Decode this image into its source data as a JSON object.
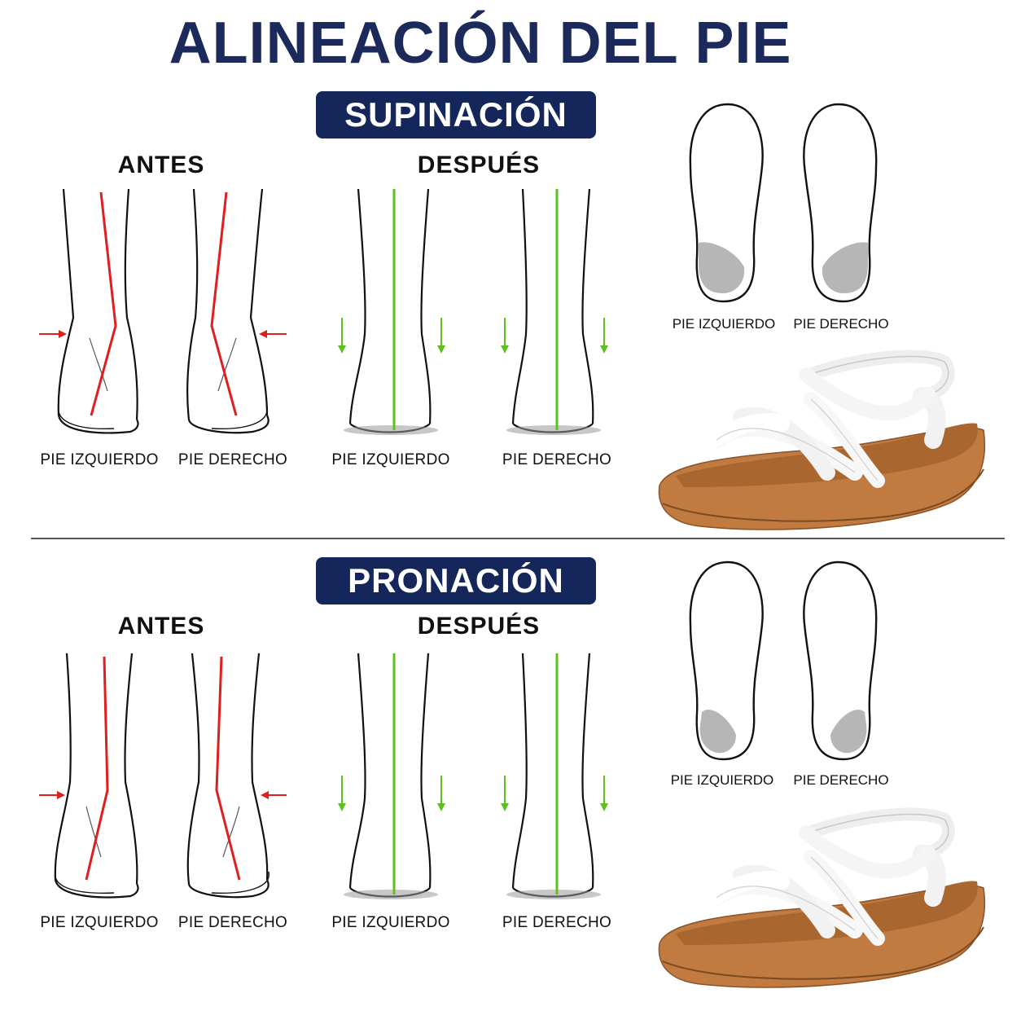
{
  "title": "ALINEACIÓN DEL PIE",
  "colors": {
    "navy": "#14265a",
    "red_axis": "#e01e1e",
    "green_axis": "#5cc11d",
    "sole_tan": "#c17a40",
    "heel_gray": "#b6b6b6"
  },
  "sections": [
    {
      "name": "SUPINACIÓN",
      "before_label": "ANTES",
      "after_label": "DESPUÉS",
      "feet_labels": [
        "PIE IZQUIERDO",
        "PIE DERECHO",
        "PIE IZQUIERDO",
        "PIE DERECHO"
      ],
      "sole_labels": [
        "PIE IZQUIERDO",
        "PIE DERECHO"
      ]
    },
    {
      "name": "PRONACIÓN",
      "before_label": "ANTES",
      "after_label": "DESPUÉS",
      "feet_labels": [
        "PIE IZQUIERDO",
        "PIE DERECHO",
        "PIE IZQUIERDO",
        "PIE DERECHO"
      ],
      "sole_labels": [
        "PIE IZQUIERDO",
        "PIE DERECHO"
      ]
    }
  ]
}
